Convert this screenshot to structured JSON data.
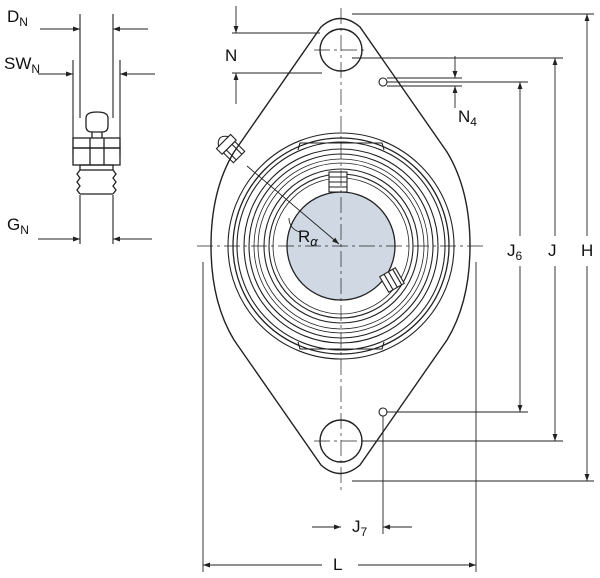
{
  "colors": {
    "stroke": "#222222",
    "bore_fill": "#cfd8e3",
    "background": "#ffffff"
  },
  "labels": {
    "DN": {
      "main": "D",
      "sub": "N"
    },
    "SWN": {
      "main": "SW",
      "sub": "N"
    },
    "GN": {
      "main": "G",
      "sub": "N"
    },
    "N": {
      "main": "N",
      "sub": ""
    },
    "N4": {
      "main": "N",
      "sub": "4"
    },
    "Ra": {
      "main": "R",
      "sub": "α"
    },
    "J6": {
      "main": "J",
      "sub": "6"
    },
    "J": {
      "main": "J",
      "sub": ""
    },
    "H": {
      "main": "H",
      "sub": ""
    },
    "J7": {
      "main": "J",
      "sub": "7"
    },
    "L": {
      "main": "L",
      "sub": ""
    }
  }
}
